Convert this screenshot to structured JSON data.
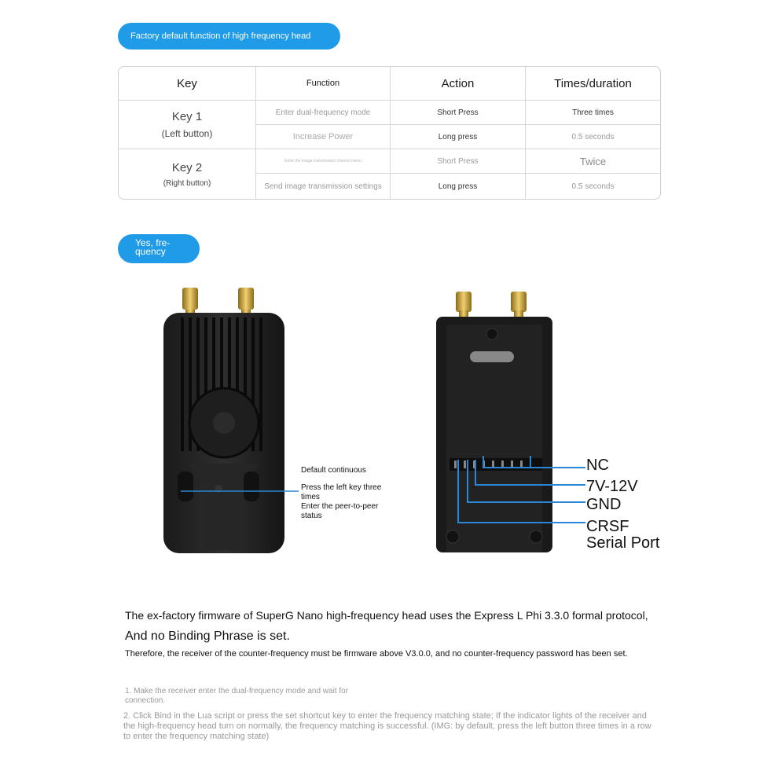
{
  "header_pill": "Factory default function of high frequency head",
  "section_pill_line1": "Yes, fre-",
  "section_pill_line2": "quency",
  "table": {
    "headers": [
      "Key",
      "Function",
      "Action",
      "Times/duration"
    ],
    "key1": {
      "name": "Key 1",
      "sub": "(Left button)"
    },
    "key2": {
      "name": "Key 2",
      "sub": "(Right button)"
    },
    "rows": [
      {
        "function": "Enter dual-frequency mode",
        "action": "Short Press",
        "times": "Three times"
      },
      {
        "function": "Increase Power",
        "action": "Long press",
        "times": "0.5 seconds"
      },
      {
        "function": "Enter the image transmission channel menu",
        "action": "Short Press",
        "times": "Twice"
      },
      {
        "function": "Send image transmission settings",
        "action": "Long press",
        "times": "0.5 seconds"
      }
    ]
  },
  "callout": {
    "line1": "Default continuous",
    "line2": "Press the left key three",
    "line3": "times",
    "line4": "Enter the peer-to-peer",
    "line5": "status"
  },
  "pins": {
    "nc": "NC",
    "power": "7V-12V",
    "gnd": "GND",
    "crsf1": "CRSF",
    "crsf2": "Serial Port"
  },
  "text": {
    "p1": "The ex-factory firmware of SuperG Nano high-frequency head uses the Express L Phi 3.3.0 formal protocol,",
    "p2": "And no Binding Phrase is set.",
    "p3": "Therefore, the receiver of the counter-frequency must be firmware above V3.0.0, and no counter-frequency password has been set.",
    "n1": "1. Make the receiver enter the dual-frequency mode and wait for connection.",
    "n2": "2. Click Bind in the Lua script or press the set shortcut key to enter the frequency matching state; If the indicator lights of the receiver and the high-frequency head turn on normally, the frequency matching is successful. (IMG: by default, press the left button three times in a row to enter the frequency matching state)"
  },
  "colors": {
    "accent": "#1f9be8",
    "callout_line": "#2a86d6"
  }
}
